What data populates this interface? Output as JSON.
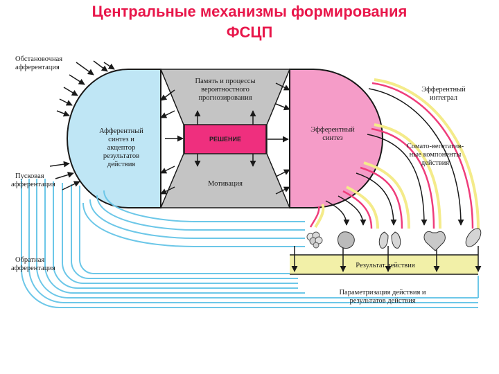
{
  "title": {
    "line1": "Центральные механизмы формирования",
    "line2": "ФСЦП"
  },
  "labels": {
    "situational_afferentation_1": "Обстановочная",
    "situational_afferentation_2": "афферентация",
    "trigger_afferentation_1": "Пусковая",
    "trigger_afferentation_2": "афферентация",
    "feedback_afferentation_1": "Обратная",
    "feedback_afferentation_2": "афферентация",
    "afferent_synthesis_1": "Афферентный",
    "afferent_synthesis_2": "синтез и",
    "afferent_synthesis_3": "акцептор",
    "afferent_synthesis_4": "результатов",
    "afferent_synthesis_5": "действия",
    "memory_1": "Память и процессы",
    "memory_2": "вероятностного",
    "memory_3": "прогнозирования",
    "decision": "РЕШЕНИЕ",
    "motivation": "Мотивация",
    "efferent_synthesis_1": "Эфферентный",
    "efferent_synthesis_2": "синтез",
    "efferent_integral_1": "Эфферентный",
    "efferent_integral_2": "интеграл",
    "somatovegetative_1": "Сомато-вегетатив-",
    "somatovegetative_2": "ные компоненты",
    "somatovegetative_3": "действия",
    "action_result": "Результат   действия",
    "parametrization_1": "Параметризация действия и",
    "parametrization_2": "результатов действия"
  },
  "colors": {
    "title": "#e8164a",
    "afferent_block": "#bfe6f5",
    "efferent_block": "#f59cc8",
    "central_block": "#c4c4c4",
    "decision_box": "#ef2f7e",
    "result_bar": "#f2f0a8",
    "feedback_arcs": "#6cc7e8",
    "efferent_arcs_outer": "#f4eb8a",
    "efferent_arcs_inner": "#ef3d7a",
    "arrows": "#1a1a1a"
  },
  "icons": {
    "effectors": [
      "gland-icon",
      "stomach-icon",
      "lungs-icon",
      "heart-icon",
      "muscle-icon"
    ]
  }
}
